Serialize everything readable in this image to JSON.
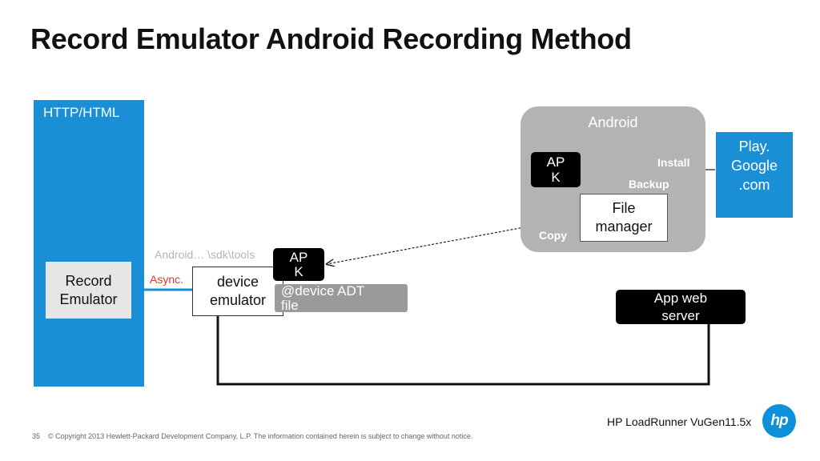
{
  "slide": {
    "title": "Record Emulator Android Recording Method",
    "footer_product": "HP LoadRunner VuGen11.5x",
    "page_number": "35",
    "copyright": "© Copyright 2013 Hewlett-Packard Development Company, L.P.  The information contained herein is subject to change without notice.",
    "logo_text": "hp"
  },
  "diagram": {
    "http_html_label": "HTTP/HTML",
    "record_emulator": "Record\nEmulator",
    "android_label": "Android",
    "play_google": "Play.\nGoogle\n.com",
    "apk_android": "AP\nK",
    "file_manager": "File\nmanager",
    "install_label": "Install",
    "backup_label": "Backup",
    "copy_label": "Copy",
    "sdk_path": "Android… \\sdk\\tools",
    "async_label": "Async.",
    "device_emulator": "device\nemulator",
    "apk_device": "AP\nK",
    "adt_file": "@device ADT\nfile",
    "app_web_server": "App web\nserver"
  },
  "colors": {
    "accent_blue": "#1a8fd6",
    "android_gray": "#b3b3b3",
    "async_red": "#d9382e"
  }
}
